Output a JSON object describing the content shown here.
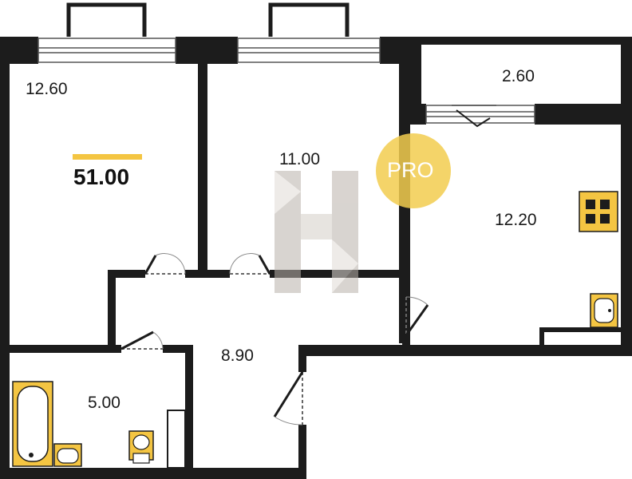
{
  "plan": {
    "total_area": "51.00",
    "badge": "PRO",
    "colors": {
      "wall": "#1c1c1c",
      "fixture_fill": "#f4c542",
      "accent_bar": "#f4c542",
      "badge": "#f2cc4f",
      "watermark": "#c9c4bf"
    },
    "rooms": [
      {
        "name": "room-bedroom",
        "area": "12.60"
      },
      {
        "name": "room-living",
        "area": "11.00"
      },
      {
        "name": "room-balcony",
        "area": "2.60"
      },
      {
        "name": "room-kitchen",
        "area": "12.20"
      },
      {
        "name": "room-hallway",
        "area": "8.90"
      },
      {
        "name": "room-bathroom",
        "area": "5.00"
      }
    ],
    "icons": [
      "window-icon",
      "door-icon",
      "bathtub-icon",
      "sink-icon",
      "toilet-icon",
      "stove-icon",
      "watermark-logo-icon"
    ]
  }
}
